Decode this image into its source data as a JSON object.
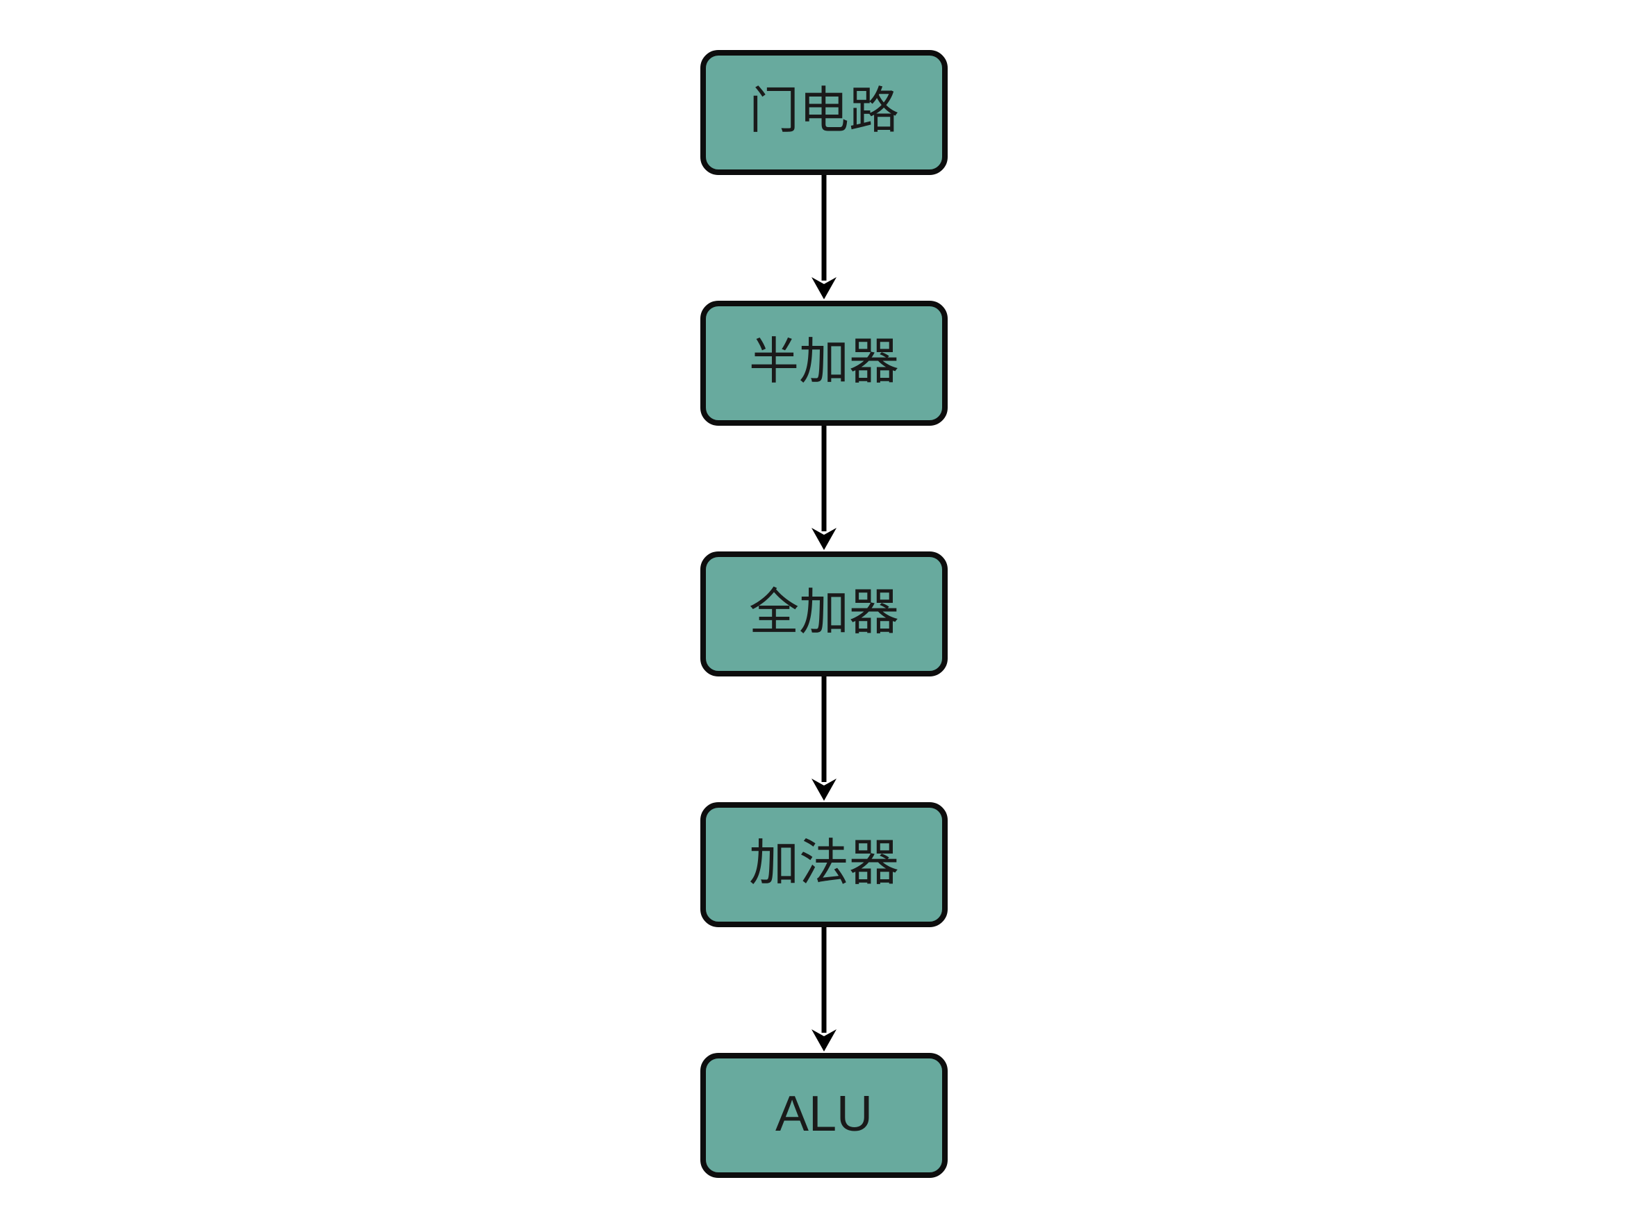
{
  "diagram": {
    "type": "flowchart",
    "direction": "top-down",
    "nodes": [
      {
        "id": "gate-circuit",
        "label": "门电路"
      },
      {
        "id": "half-adder",
        "label": "半加器"
      },
      {
        "id": "full-adder",
        "label": "全加器"
      },
      {
        "id": "adder",
        "label": "加法器"
      },
      {
        "id": "alu",
        "label": "ALU"
      }
    ],
    "edges": [
      {
        "from": "gate-circuit",
        "to": "half-adder"
      },
      {
        "from": "half-adder",
        "to": "full-adder"
      },
      {
        "from": "full-adder",
        "to": "adder"
      },
      {
        "from": "adder",
        "to": "alu"
      }
    ],
    "colors": {
      "node_fill": "#68aa9e",
      "node_border": "#0d0d0d",
      "text": "#1a1a1a",
      "arrow": "#000000",
      "background": "#ffffff"
    }
  }
}
